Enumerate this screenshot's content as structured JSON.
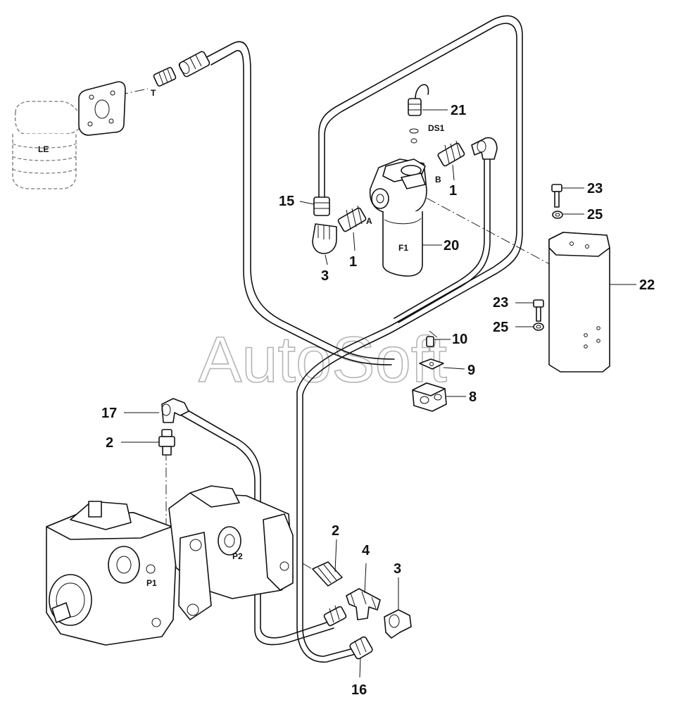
{
  "watermark": "AutoSoft",
  "component_labels": {
    "le": "LE",
    "t": "T",
    "ds1": "DS1",
    "b": "B",
    "a": "A",
    "f1": "F1",
    "p1": "P1",
    "p2": "P2"
  },
  "callouts": {
    "c21": "21",
    "c1_upper": "1",
    "c15": "15",
    "c1_lower": "1",
    "c3_upper": "3",
    "c20": "20",
    "c23_top": "23",
    "c25_top": "25",
    "c22": "22",
    "c23_mid": "23",
    "c25_mid": "25",
    "c10": "10",
    "c9": "9",
    "c8": "8",
    "c17": "17",
    "c2_left": "2",
    "c2_right": "2",
    "c4": "4",
    "c3_lower": "3",
    "c16": "16"
  }
}
